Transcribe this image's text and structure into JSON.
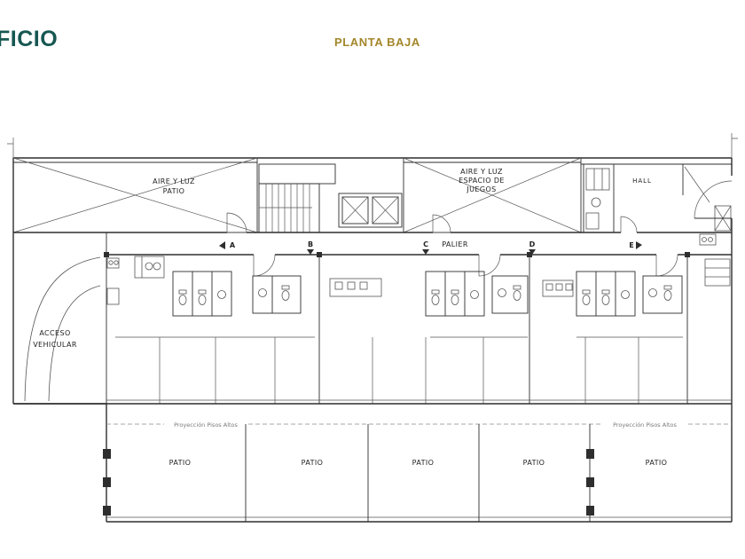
{
  "header": {
    "title_fragment": "FICIO",
    "subtitle": "PLANTA BAJA"
  },
  "colors": {
    "title_teal": "#175752",
    "subtitle_gold": "#a3872b",
    "line_dark": "#2e2e2e",
    "line_light": "#555555",
    "text_gray": "#7a7a7a"
  },
  "plan": {
    "airspace_left": {
      "line1": "AIRE Y LUZ",
      "line2": "PATIO"
    },
    "airspace_right": {
      "line1": "AIRE Y LUZ",
      "line2": "ESPACIO DE",
      "line3": "JUEGOS"
    },
    "hall": "HALL",
    "palier": "PALIER",
    "acceso": {
      "line1": "ACCESO",
      "line2": "VEHICULAR"
    },
    "section_markers": [
      "A",
      "B",
      "C",
      "D",
      "E"
    ],
    "proyeccion_labels": [
      "Proyección Pisos Altos",
      "Proyección Pisos Altos"
    ],
    "patios": [
      "PATIO",
      "PATIO",
      "PATIO",
      "PATIO",
      "PATIO"
    ]
  }
}
